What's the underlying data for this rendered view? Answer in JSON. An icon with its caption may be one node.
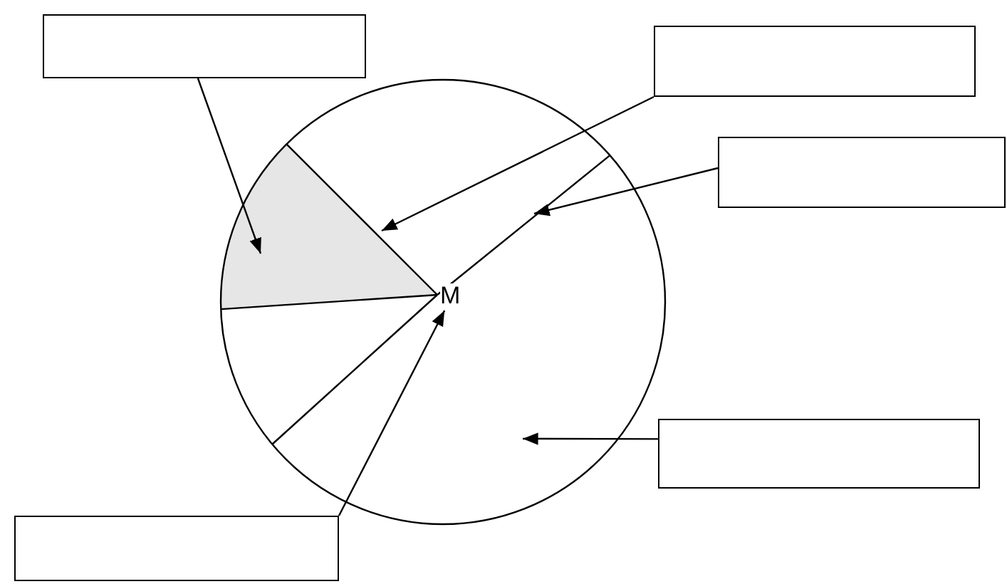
{
  "diagram": {
    "nodes": [
      {
        "text": [],
        "shape": "box"
      },
      {
        "text": [],
        "shape": "box"
      },
      {
        "text": [],
        "shape": "box"
      },
      {
        "text": [
          "M"
        ]
      },
      {
        "text": [],
        "shape": "box"
      },
      {
        "text": [],
        "shape": "box"
      }
    ],
    "edges": [
      {
        "from": 0,
        "to": null,
        "arrow": "to"
      },
      {
        "from": 1,
        "to": null,
        "arrow": "to"
      },
      {
        "from": 2,
        "to": null,
        "arrow": "to"
      },
      {
        "from": 4,
        "to": null,
        "arrow": "to"
      },
      {
        "from": 5,
        "to": 3,
        "arrow": "to"
      }
    ]
  }
}
